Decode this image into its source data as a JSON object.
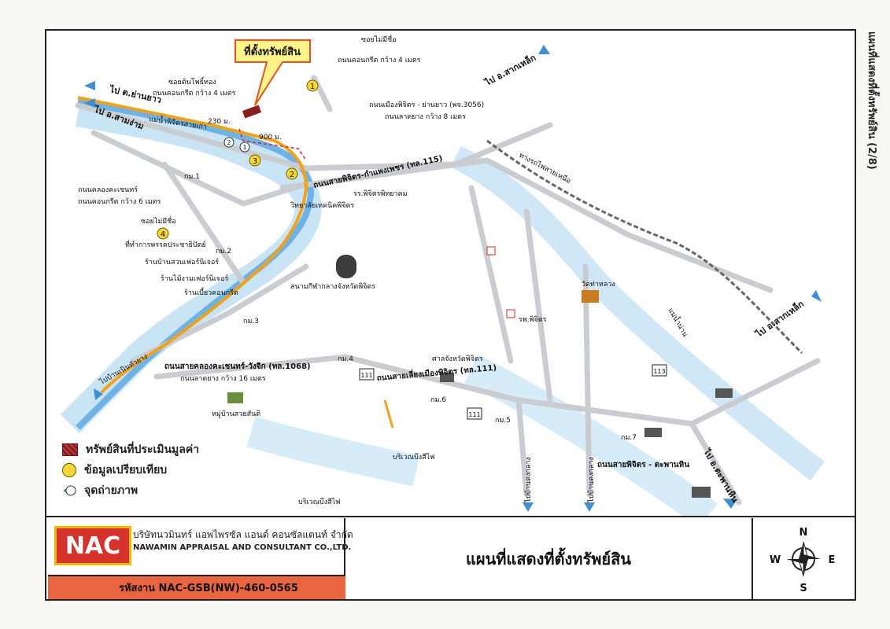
{
  "side_label": "แผนที่แสดงที่ตั้งทรัพย์สิน (2/8)",
  "map": {
    "callout": "ที่ตั้งทรัพย์สิน",
    "labels": [
      {
        "id": "soi-mai-mi-chue-top",
        "text": "ซอยไม่มีชื่อ"
      },
      {
        "id": "concrete-4m-top",
        "text": "ถนนคอนกรีต กว้าง 4 เมตร"
      },
      {
        "id": "soi-ton-pho",
        "text": "ซอยต้นโพธิ์ทอง"
      },
      {
        "id": "concrete-4m-left",
        "text": "ถนนคอนกรีต กว้าง 4 เมตร"
      },
      {
        "id": "to-yan-yao",
        "text": "ไป ต.ย่านยาว"
      },
      {
        "id": "to-sam-ngam",
        "text": "ไป อ.สามง่าม"
      },
      {
        "id": "dist-230",
        "text": "230 ม."
      },
      {
        "id": "dist-900",
        "text": "900 ม."
      },
      {
        "id": "muang-yanyao",
        "text": "ถนนเมืองพิจิตร - ย่านยาว (พจ.3056)"
      },
      {
        "id": "laterite-8m",
        "text": "ถนนลาดยาง กว้าง 8 เมตร"
      },
      {
        "id": "to-sak-lek-top",
        "text": "ไป อ.สากเหล็ก"
      },
      {
        "id": "khlong-road",
        "text": "ถนนคลองคะเชนทร์"
      },
      {
        "id": "concrete-6m",
        "text": "ถนนคอนกรีต กว้าง 6 เมตร"
      },
      {
        "id": "sapit-road",
        "text": "ถนนสายพิจิตร-กำแพงเพชร (ทล.115)"
      },
      {
        "id": "soi-mai-mi-chue-left",
        "text": "ซอยไม่มีชื่อ"
      },
      {
        "id": "land-office",
        "text": "ที่ทำการพรรคประชาธิปัตย์"
      },
      {
        "id": "shop-garden",
        "text": "ร้านบ้านสวนเฟอร์นิเจอร์"
      },
      {
        "id": "shop-wood",
        "text": "ร้านไม้งามเฟอร์นิเจอร์"
      },
      {
        "id": "shop-concrete",
        "text": "ร้านเบี้ยวคอนกรีต"
      },
      {
        "id": "stadium",
        "text": "สนามกีฬากลางจังหวัดพิจิตร"
      },
      {
        "id": "vocational",
        "text": "วิทยาลัยเทคนิคพิจิตร"
      },
      {
        "id": "pichit-school",
        "text": "รร.พิจิตรพิทยาคม"
      },
      {
        "id": "wat-tha-luang",
        "text": "วัดท่าหลวง"
      },
      {
        "id": "river-label",
        "text": "แม่น้ำน่าน"
      },
      {
        "id": "old-river",
        "text": "แม่น้ำพิจิตรสายเก่า"
      },
      {
        "id": "hospital",
        "text": "รพ.พิจิตร"
      },
      {
        "id": "court",
        "text": "ศาลจังหวัดพิจิตร"
      },
      {
        "id": "rd-1068",
        "text": "ถนนสายคลองคะเชนทร์-วังจิก (ทล.1068)"
      },
      {
        "id": "laterite-16m",
        "text": "ถนนลาดยาง กว้าง 16 เมตร"
      },
      {
        "id": "muang-111",
        "text": "ถนนสายเลี่ยงเมืองพิจิตร (ทล.111)"
      },
      {
        "id": "to-bang-mun-nak",
        "text": "ไปบ้านเนินหัวยาง"
      },
      {
        "id": "to-ban-dong-klang-1",
        "text": "ไปบ้านดงกลาง"
      },
      {
        "id": "to-ban-dong-klang-2",
        "text": "ไปบ้านดงกลาง"
      },
      {
        "id": "to-taphan-hin",
        "text": "ไป อ.ตะพานหิน"
      },
      {
        "id": "pichit-taphan",
        "text": "ถนนสายพิจิตร - ตะพานหิน"
      },
      {
        "id": "to-sak-lek-right",
        "text": "ไป อ.สากเหล็ก"
      },
      {
        "id": "railway",
        "text": "ทางรถไฟสายเหนือ"
      },
      {
        "id": "bueng-si-fai-1",
        "text": "บริเวณบึงสีไฟ"
      },
      {
        "id": "bueng-si-fai-2",
        "text": "บริเวณบึงสีไฟ"
      },
      {
        "id": "village",
        "text": "หมู่บ้านสวยสันติ"
      },
      {
        "id": "km1",
        "text": "กม.1"
      },
      {
        "id": "km2",
        "text": "กม.2"
      },
      {
        "id": "km3",
        "text": "กม.3"
      },
      {
        "id": "km4",
        "text": "กม.4"
      },
      {
        "id": "km5",
        "text": "กม.5"
      },
      {
        "id": "km6",
        "text": "กม.6"
      },
      {
        "id": "km7",
        "text": "กม.7"
      },
      {
        "id": "shield-111a",
        "text": "111"
      },
      {
        "id": "shield-111b",
        "text": "111"
      },
      {
        "id": "shield-113",
        "text": "113"
      }
    ],
    "markers": [
      {
        "id": "m1",
        "text": "1"
      },
      {
        "id": "m2",
        "text": "2"
      },
      {
        "id": "m3",
        "text": "3"
      },
      {
        "id": "m4",
        "text": "4"
      }
    ],
    "photo_points": [
      {
        "id": "p1",
        "text": "1"
      },
      {
        "id": "p2",
        "text": "2"
      }
    ]
  },
  "legend": {
    "items": [
      {
        "type": "hatch",
        "label": "ทรัพย์สินที่ประเมินมูลค่า"
      },
      {
        "type": "dot",
        "label": "ข้อมูลเปรียบเทียบ"
      },
      {
        "type": "eye",
        "label": "จุดถ่ายภาพ"
      }
    ]
  },
  "company": {
    "logo_text": "NAC",
    "name_th": "บริษัทนวมินทร์ แอพไพรซัล แอนด์ คอนซัลแตนท์ จำกัด",
    "name_en": "NAWAMIN APPRAISAL AND CONSULTANT CO.,LTD."
  },
  "code": "รหัสงาน  NAC-GSB(NW)-460-0565",
  "title": "แผนที่แสดงที่ตั้งทรัพย์สิน",
  "compass": {
    "n": "N",
    "s": "S",
    "e": "E",
    "w": "W"
  },
  "colors": {
    "river": "#6fb3e6",
    "main_road": "#f1a21a",
    "road": "#c9ccd1",
    "logo": "#d6322c",
    "codebar": "#e9643f",
    "callout": "#fff38a"
  }
}
